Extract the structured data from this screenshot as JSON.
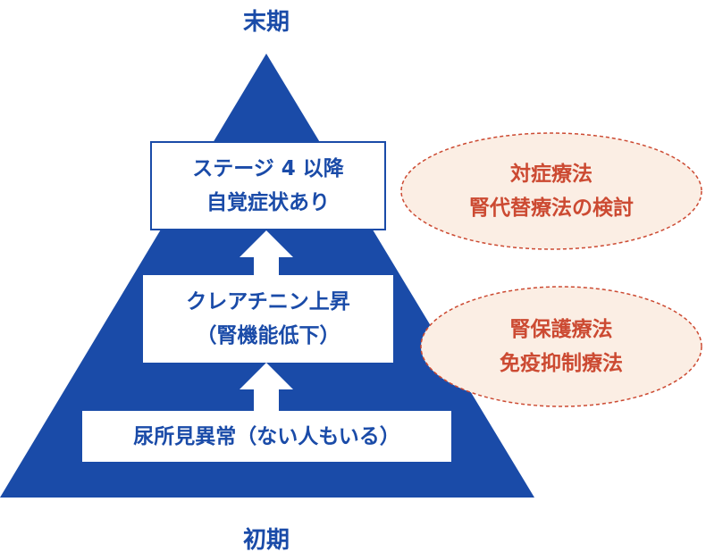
{
  "labels": {
    "top": "末期",
    "bottom": "初期"
  },
  "stages": [
    {
      "line1": "ステージ 4 以降",
      "line2": "自覚症状あり"
    },
    {
      "line1": "クレアチニン上昇",
      "line2": "（腎機能低下）"
    },
    {
      "line1": "尿所見異常（ない人もいる）"
    }
  ],
  "treatments": [
    {
      "line1": "対症療法",
      "line2": "腎代替療法の検討"
    },
    {
      "line1": "腎保護療法",
      "line2": "免疫抑制療法"
    }
  ],
  "colors": {
    "blue": "#1a4ba8",
    "red": "#cc4a32",
    "ellipse_fill": "#fbeee4"
  }
}
